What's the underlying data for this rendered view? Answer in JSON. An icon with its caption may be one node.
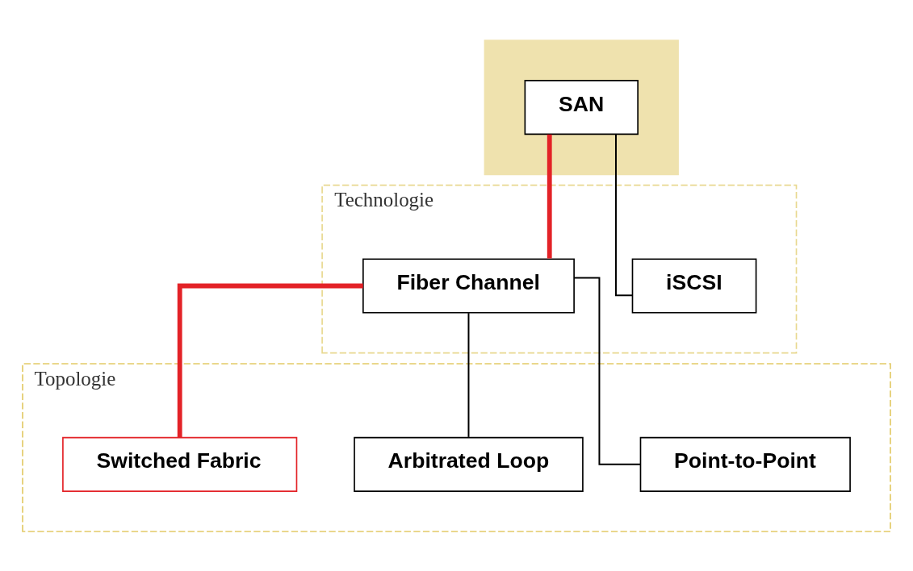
{
  "diagram": {
    "nodes": [
      {
        "text": [],
        "shape": "band"
      },
      {
        "text": [
          "SAN"
        ],
        "in": 0
      },
      {
        "text": [
          "Technologie"
        ]
      },
      {
        "text": [
          "iSCSI"
        ],
        "in": 2
      },
      {
        "text": [
          "Fiber Channel"
        ],
        "in": 2
      },
      {
        "text": [
          "Topologie"
        ]
      },
      {
        "text": [
          "Point-to-Point"
        ],
        "in": 5
      },
      {
        "text": [
          "Arbitrated Loop"
        ],
        "in": 5
      },
      {
        "text": [
          "Switched Fabric"
        ],
        "in": 5
      }
    ],
    "edges": [
      {
        "from": 1,
        "to": 3,
        "arrow": "none"
      },
      {
        "from": 1,
        "to": 4,
        "arrow": "none",
        "style": "thick",
        "color": "#e32227"
      },
      {
        "from": 4,
        "to": 6,
        "arrow": "none"
      },
      {
        "from": 4,
        "to": 7,
        "arrow": "none"
      },
      {
        "from": 4,
        "to": 8,
        "arrow": "none",
        "style": "thick",
        "color": "#e32227"
      }
    ]
  }
}
